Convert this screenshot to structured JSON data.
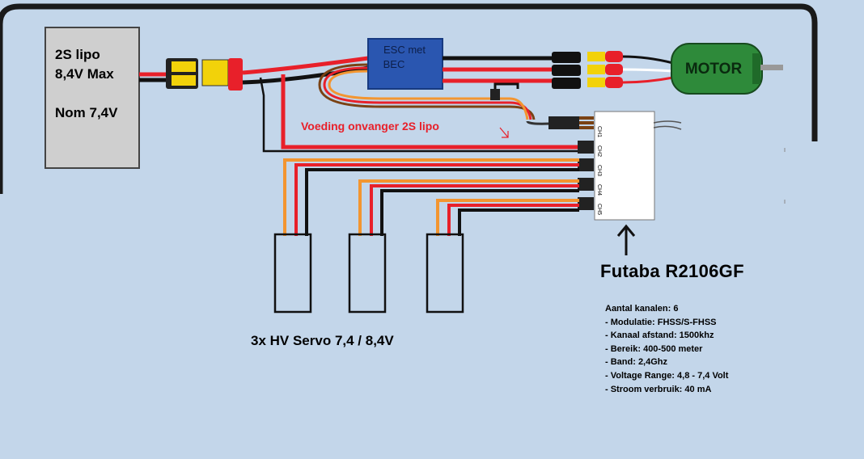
{
  "battery": {
    "line1": "2S lipo",
    "line2": "8,4V Max",
    "line3": "Nom 7,4V"
  },
  "esc": {
    "line1": "ESC met",
    "line2": "BEC"
  },
  "motor": {
    "label": "MOTOR"
  },
  "receiver": {
    "channels": [
      "CH1",
      "CH2",
      "CH3",
      "CH4",
      "CH5"
    ],
    "title": "Futaba R2106GF",
    "specs": [
      "Aantal kanalen: 6",
      "- Modulatie: FHSS/S-FHSS",
      "- Kanaal afstand: 1500khz",
      "- Bereik: 400-500 meter",
      "- Band: 2,4Ghz",
      "- Voltage Range: 4,8 - 7,4 Volt",
      "- Stroom verbruik: 40 mA"
    ]
  },
  "power_note": "Voeding onvanger 2S lipo",
  "servos": {
    "label": "3x HV Servo 7,4 / 8,4V",
    "count": 3
  },
  "colors": {
    "background": "#c3d6ea",
    "battery": "#cfcfcf",
    "esc": "#2a56b0",
    "motor": "#2e8a3a",
    "wire_red": "#e8202a",
    "wire_orange": "#f39530",
    "wire_brown": "#7a4214",
    "connector_yellow": "#f2d20a"
  }
}
